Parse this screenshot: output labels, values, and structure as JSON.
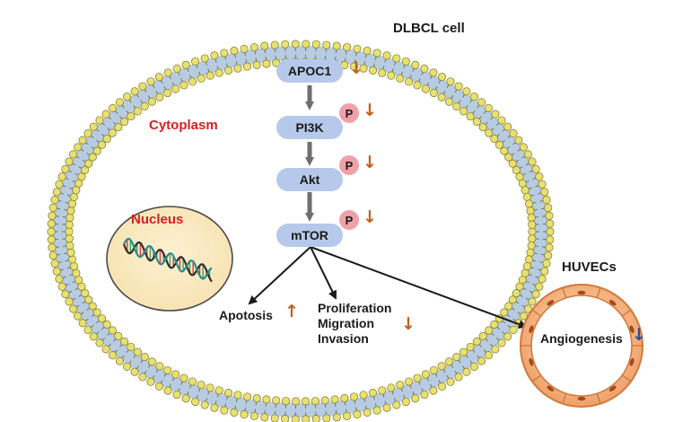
{
  "cell": {
    "title": "DLBCL cell",
    "cytoplasm_label": "Cytoplasm",
    "nucleus_label": "Nucleus",
    "membrane_color": "#e8e070"
  },
  "pathway": {
    "nodes": [
      {
        "label": "APOC1",
        "phospho": false,
        "phospho_label": "",
        "change": "↓"
      },
      {
        "label": "PI3K",
        "phospho": true,
        "phospho_label": "P",
        "change": "↓"
      },
      {
        "label": "Akt",
        "phospho": true,
        "phospho_label": "P",
        "change": "↓"
      },
      {
        "label": "mTOR",
        "phospho": true,
        "phospho_label": "P",
        "change": "↓"
      }
    ],
    "node_color": "#b7c9ea",
    "phospho_color": "#f0a0a8"
  },
  "outcomes": {
    "apoptosis": {
      "label": "Apotosis",
      "change": "↑"
    },
    "proliferation": {
      "lines": [
        "Proliferation",
        "Migration",
        "Invasion"
      ],
      "change": "↓"
    }
  },
  "huvec": {
    "title": "HUVECs",
    "angiogenesis_label": "Angiogenesis",
    "change": "↓",
    "fill_color": "#f7b37f"
  },
  "colors": {
    "down_arrow": "#c0601a",
    "up_arrow": "#c0601a",
    "huvec_arrow": "#2a4fa0",
    "label_red": "#d42020"
  }
}
